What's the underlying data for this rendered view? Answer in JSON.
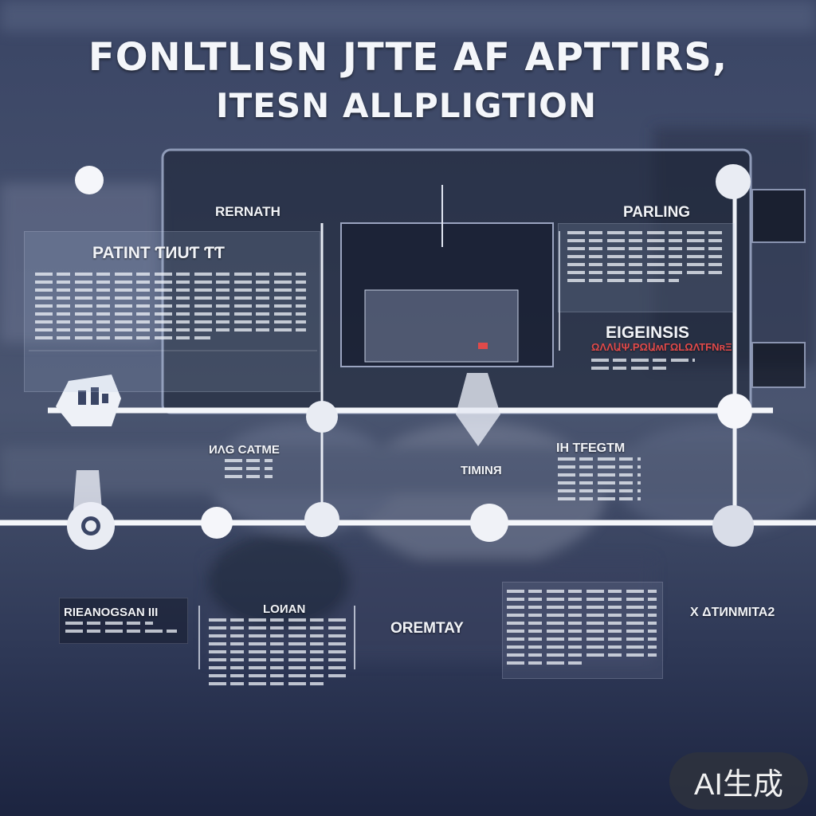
{
  "title_line1": "FONLTLISN JTTE AF APTTIRS,",
  "title_line2": "ITESN ALLPLIGTION",
  "labels": {
    "rernath": "RERNATH",
    "patint": "PATINT  ƬИUƬ ƬƬ",
    "parling": "PARLING",
    "eigeinsis": "EIGEINSIS",
    "eigeinsis_sub": "ΩΛΛԱΨ.ΡΩԱʍΓΩLΩΛΤϜΝʀΞ",
    "magcatme": "ИΛG CATME",
    "timing": "TIMINЯ",
    "ih_tfegtm": "IH TFEGTM",
    "rieanogsan": "RIEANOGSAN  III",
    "lonan": "LOИAN",
    "oremtay": "OREMTAY",
    "xamnitaz": "X ΔTИNMITA2"
  },
  "badge": "AI生成",
  "colors": {
    "background": "#2a3550",
    "line": "#f4f6fa",
    "accent_red": "#e14a4a"
  }
}
